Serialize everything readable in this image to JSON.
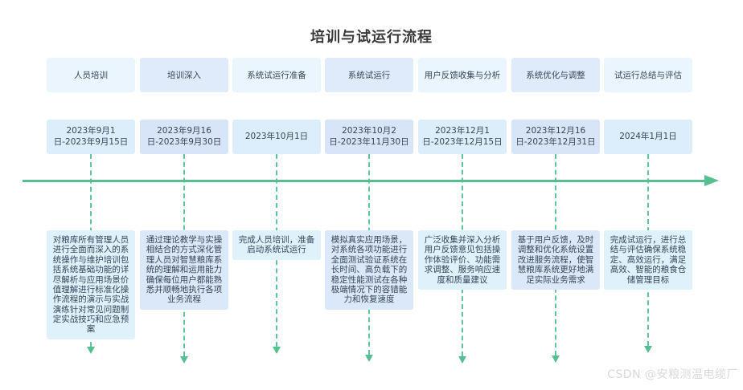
{
  "title": "培训与试运行流程",
  "watermark": "CSDN @安粮测温电缆厂",
  "colors": {
    "axis_green": "#57be92",
    "connector_green": "#60c79b",
    "box_light_blue": "#eaf5fd",
    "box_periwinkle": "#dfeafb",
    "text_dark": "#36465a"
  },
  "stages": [
    {
      "name": "人员培训",
      "date": "2023年9月1日-2023年9月15日",
      "description": "对粮库所有管理人员进行全面而深入的系统操作与维护培训包括系统基础功能的详尽解析与应用场景价值理解进行标准化操作流程的演示与实战演练针对常见问题制定实战技巧和应急预案"
    },
    {
      "name": "培训深入",
      "date": "2023年9月16日-2023年9月30日",
      "description": "通过理论教学与实操相结合的方式深化管理人员对智慧粮库系统的理解和运用能力确保每位用户都能熟悉并顺畅地执行各项业务流程"
    },
    {
      "name": "系统试运行准备",
      "date": "2023年10月1日",
      "description": "完成人员培训，准备启动系统试运行"
    },
    {
      "name": "系统试运行",
      "date": "2023年10月2日-2023年11月30日",
      "description": "模拟真实应用场景，对系统各项功能进行全面测试验证系统在长时间、高负载下的稳定性能测试在各种极端情况下的容错能力和恢复速度"
    },
    {
      "name": "用户反馈收集与分析",
      "date": "2023年12月1日-2023年12月15日",
      "description": "广泛收集并深入分析用户反馈意见包括操作体验评价、功能需求调整、服务响应速度和质量建议"
    },
    {
      "name": "系统优化与调整",
      "date": "2023年12月16日-2023年12月31日",
      "description": "基于用户反馈，及时调整和优化系统设置改进服务流程，使智慧粮库系统更好地满足实际业务需求"
    },
    {
      "name": "试运行总结与评估",
      "date": "2024年1月1日",
      "description": "完成试运行，进行总结与评估确保系统稳定、高效运行，满足高效、智能的粮食仓储管理目标"
    }
  ]
}
